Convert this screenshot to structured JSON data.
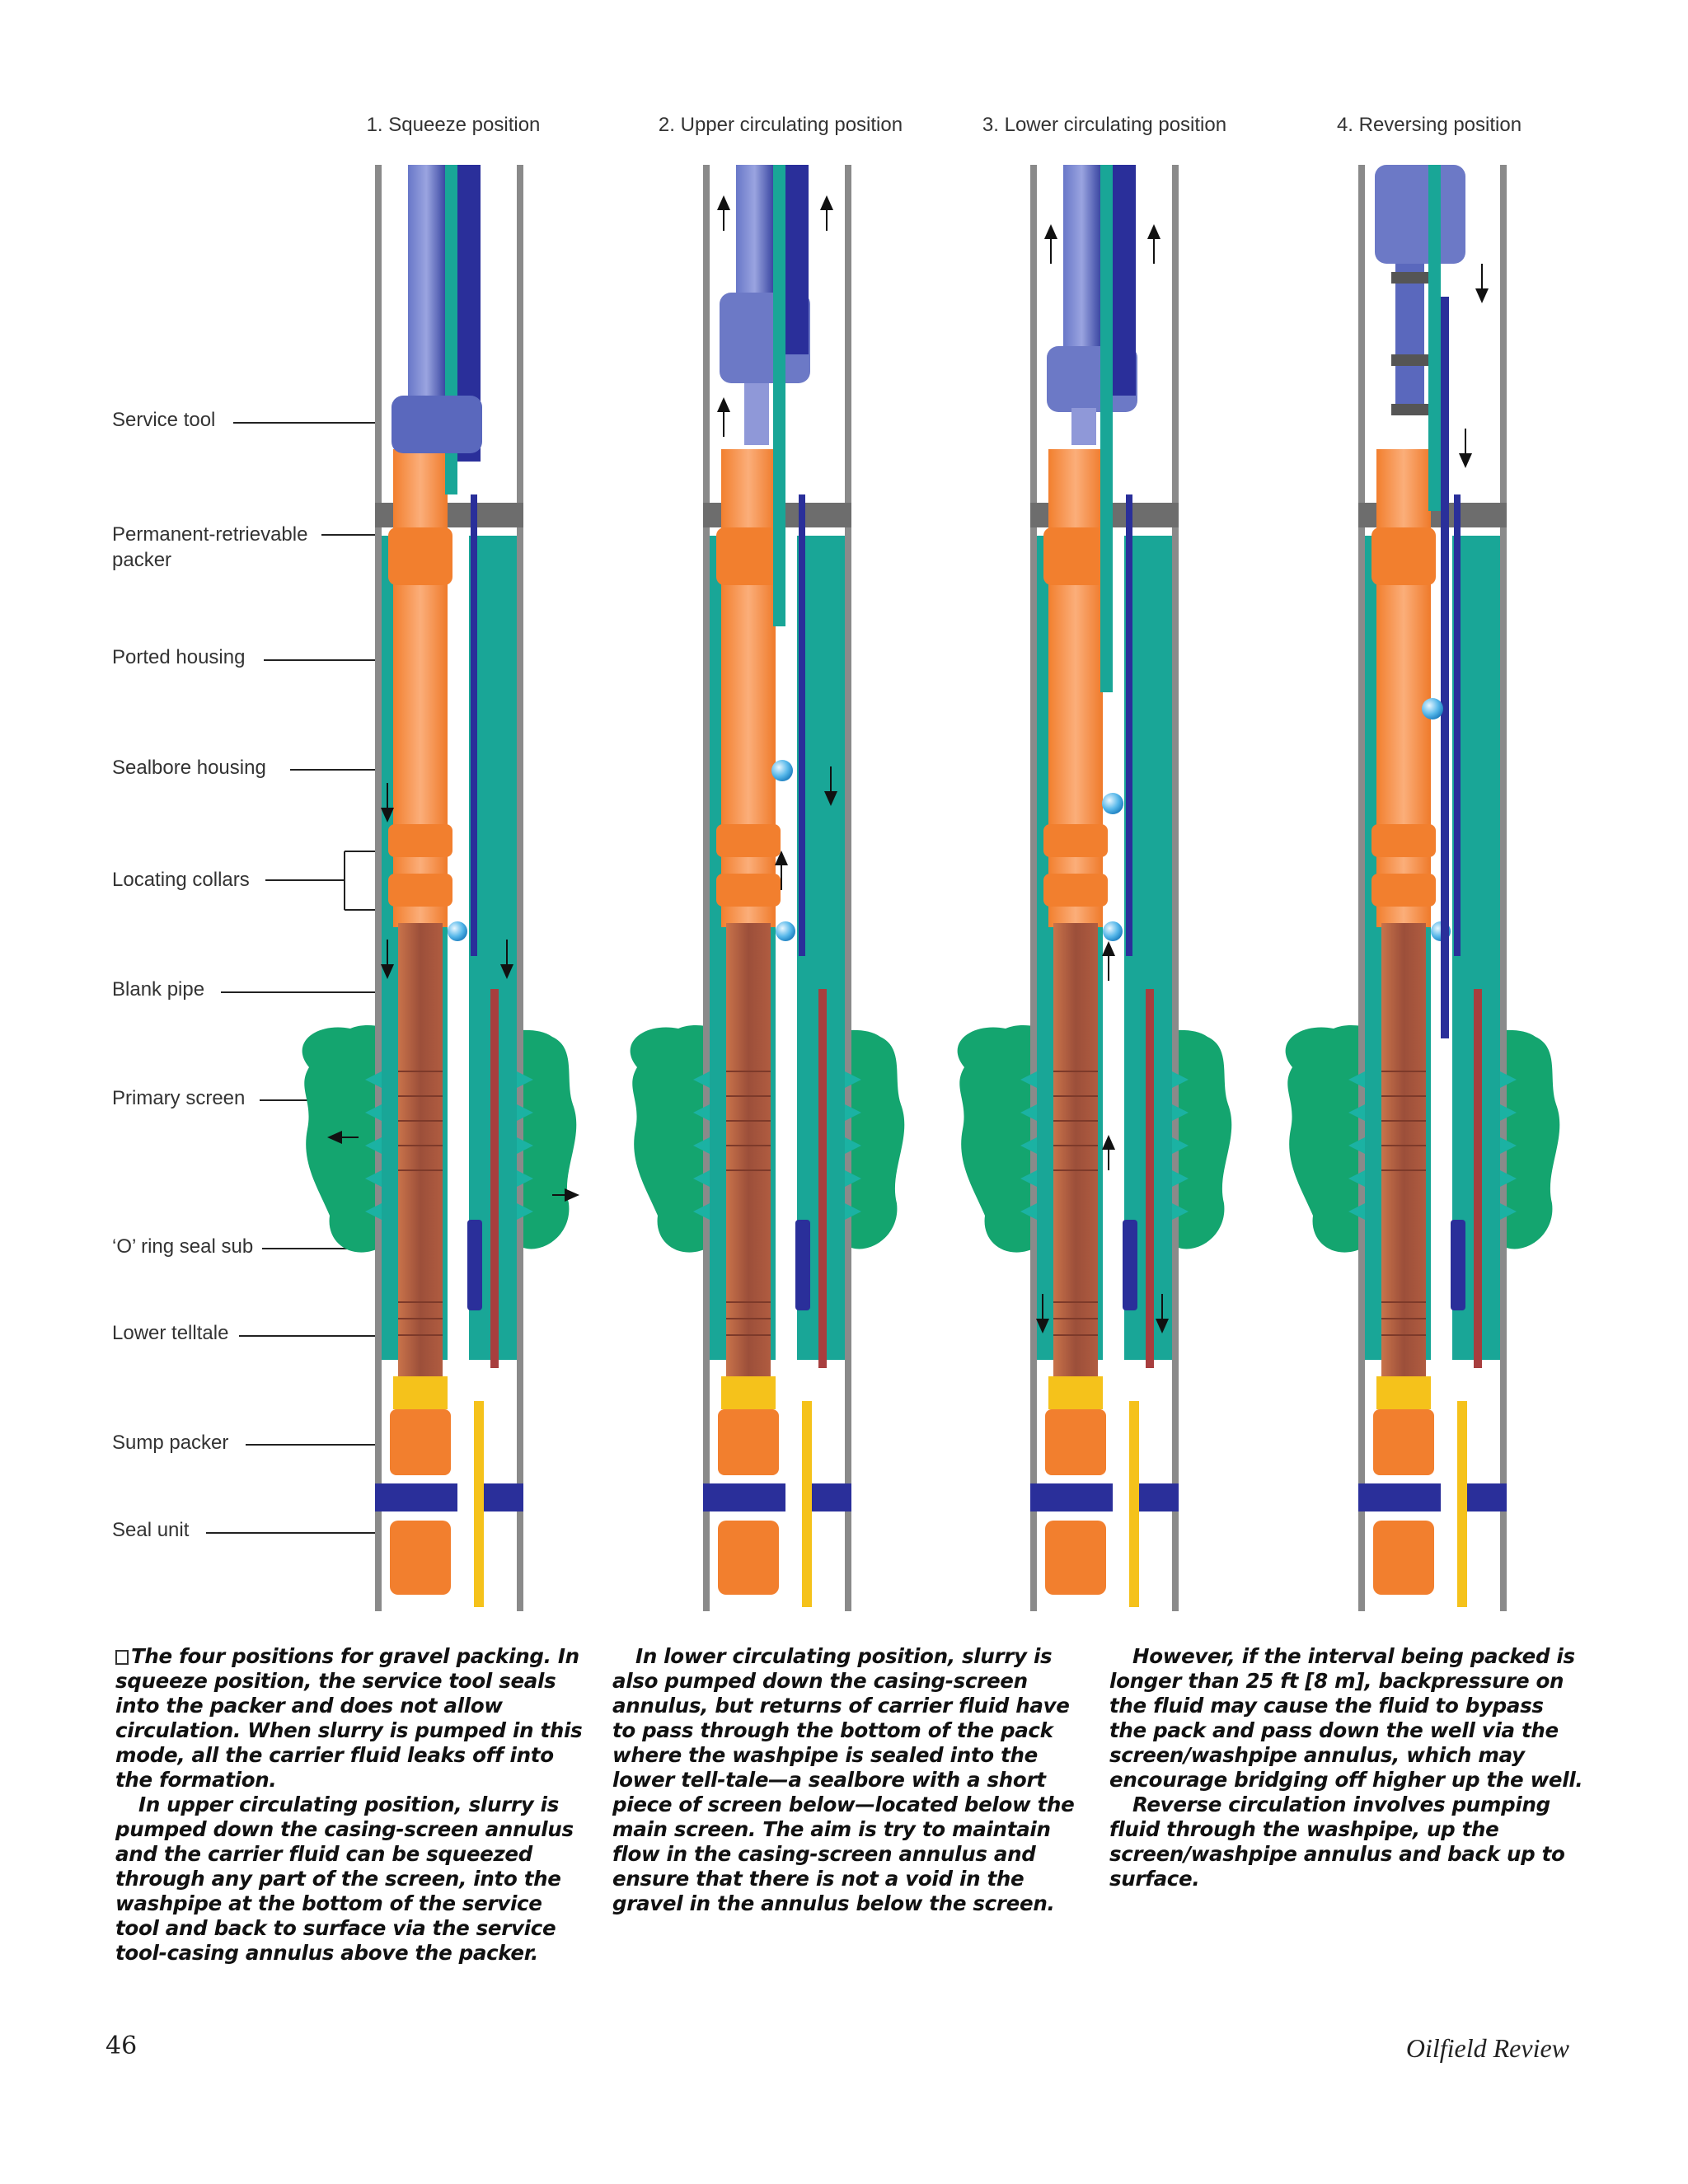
{
  "figure": {
    "positions": [
      {
        "title": "1. Squeeze position"
      },
      {
        "title": "2. Upper circulating position"
      },
      {
        "title": "3. Lower circulating position"
      },
      {
        "title": "4. Reversing position"
      }
    ],
    "labels": [
      {
        "text": "Service tool"
      },
      {
        "text": "Permanent-retrievable\npacker"
      },
      {
        "text": "Ported housing"
      },
      {
        "text": "Sealbore housing"
      },
      {
        "text": "Locating collars"
      },
      {
        "text": "Blank pipe"
      },
      {
        "text": "Primary screen"
      },
      {
        "text": "‘O’ ring seal sub"
      },
      {
        "text": "Lower telltale"
      },
      {
        "text": "Sump packer"
      },
      {
        "text": "Seal unit"
      }
    ],
    "colors": {
      "casing": "#7a7a7a",
      "service_tool": "#3d4fa8",
      "carrier_teal": "#1aa89a",
      "orange_tubular": "#f28a3c",
      "blank_pipe": "#b5603f",
      "gravel_pack": "#14a56f",
      "washpipe": "#2a2f9a",
      "packer_band": "#6d6d6d",
      "seal_yellow": "#f5c21b",
      "ball": "#4fb3e8"
    }
  },
  "caption": {
    "col1_p1": "The four positions for gravel packing. In squeeze position, the service tool seals into the packer and does not allow circulation. When slurry is pumped in this mode, all the carrier fluid leaks off into the formation.",
    "col1_p2": "In upper circulating position, slurry is pumped down the casing-screen annulus and the carrier fluid can be squeezed through any part of the screen, into the washpipe at the bottom of the service tool and back to surface via the service tool-casing annulus above the packer.",
    "col2_p1": "In lower circulating position, slurry is also pumped down the casing-screen annulus, but returns of carrier fluid have to pass through the bottom of the pack where the washpipe is sealed into the lower tell-tale—a sealbore with a short piece of screen below—located below the main screen. The aim is try to maintain flow in the casing-screen annulus and ensure that there is not a void in the gravel in the annulus below the screen.",
    "col3_p1": "However, if the interval being packed is longer than 25 ft [8 m], backpressure on the fluid may cause the fluid to bypass the pack and pass down the well via the screen/washpipe annulus, which may encourage bridging off higher up the well.",
    "col3_p2": "Reverse circulation involves pumping fluid through the washpipe, up the screen/washpipe annulus and back up to surface."
  },
  "footer": {
    "page_number": "46",
    "journal": "Oilfield Review"
  }
}
